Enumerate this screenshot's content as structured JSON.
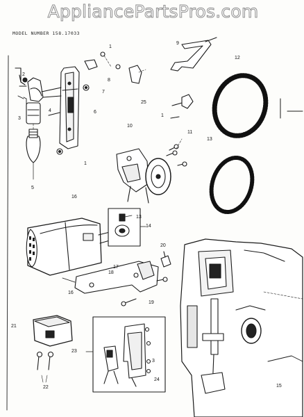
{
  "watermark": "AppliancePartsPros.com",
  "model_label": "MODEL NUMBER  158.17033",
  "callouts": {
    "c1a": "1",
    "c1b": "1",
    "c1c": "1",
    "c2": "2",
    "c3a": "3",
    "c3b": "3",
    "c4": "4",
    "c5": "5",
    "c6": "6",
    "c7": "7",
    "c8": "8",
    "c9": "9",
    "c10": "10",
    "c11": "11",
    "c12": "12",
    "c13a": "13",
    "c13b": "13",
    "c14": "14",
    "c15": "15",
    "c16a": "16",
    "c16b": "16",
    "c17": "17",
    "c18": "18",
    "c19": "19",
    "c20": "20",
    "c21": "21",
    "c22": "22",
    "c23": "23",
    "c24": "24",
    "c25": "25"
  }
}
